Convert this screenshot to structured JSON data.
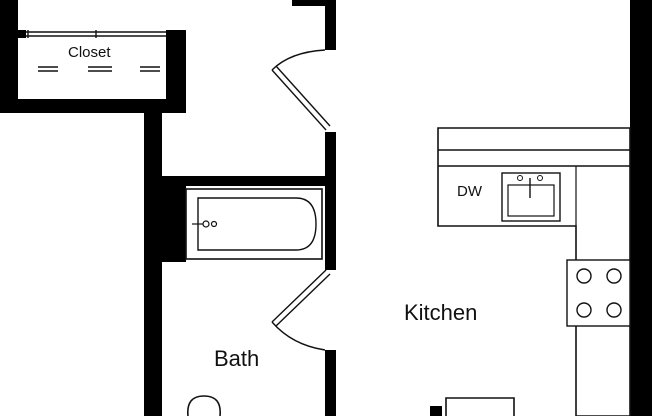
{
  "plan": {
    "labels": {
      "closet": "Closet",
      "dishwasher": "DW",
      "kitchen": "Kitchen",
      "bath": "Bath"
    },
    "colors": {
      "wall": "#000000",
      "line": "#111111",
      "fixture_fill": "#ffffff"
    },
    "icons": [
      "bathtub-icon",
      "faucet-icon",
      "kitchen-sink-icon",
      "stove-burner-icon",
      "toilet-icon",
      "door-swing-icon",
      "closet-rod-icon"
    ]
  }
}
